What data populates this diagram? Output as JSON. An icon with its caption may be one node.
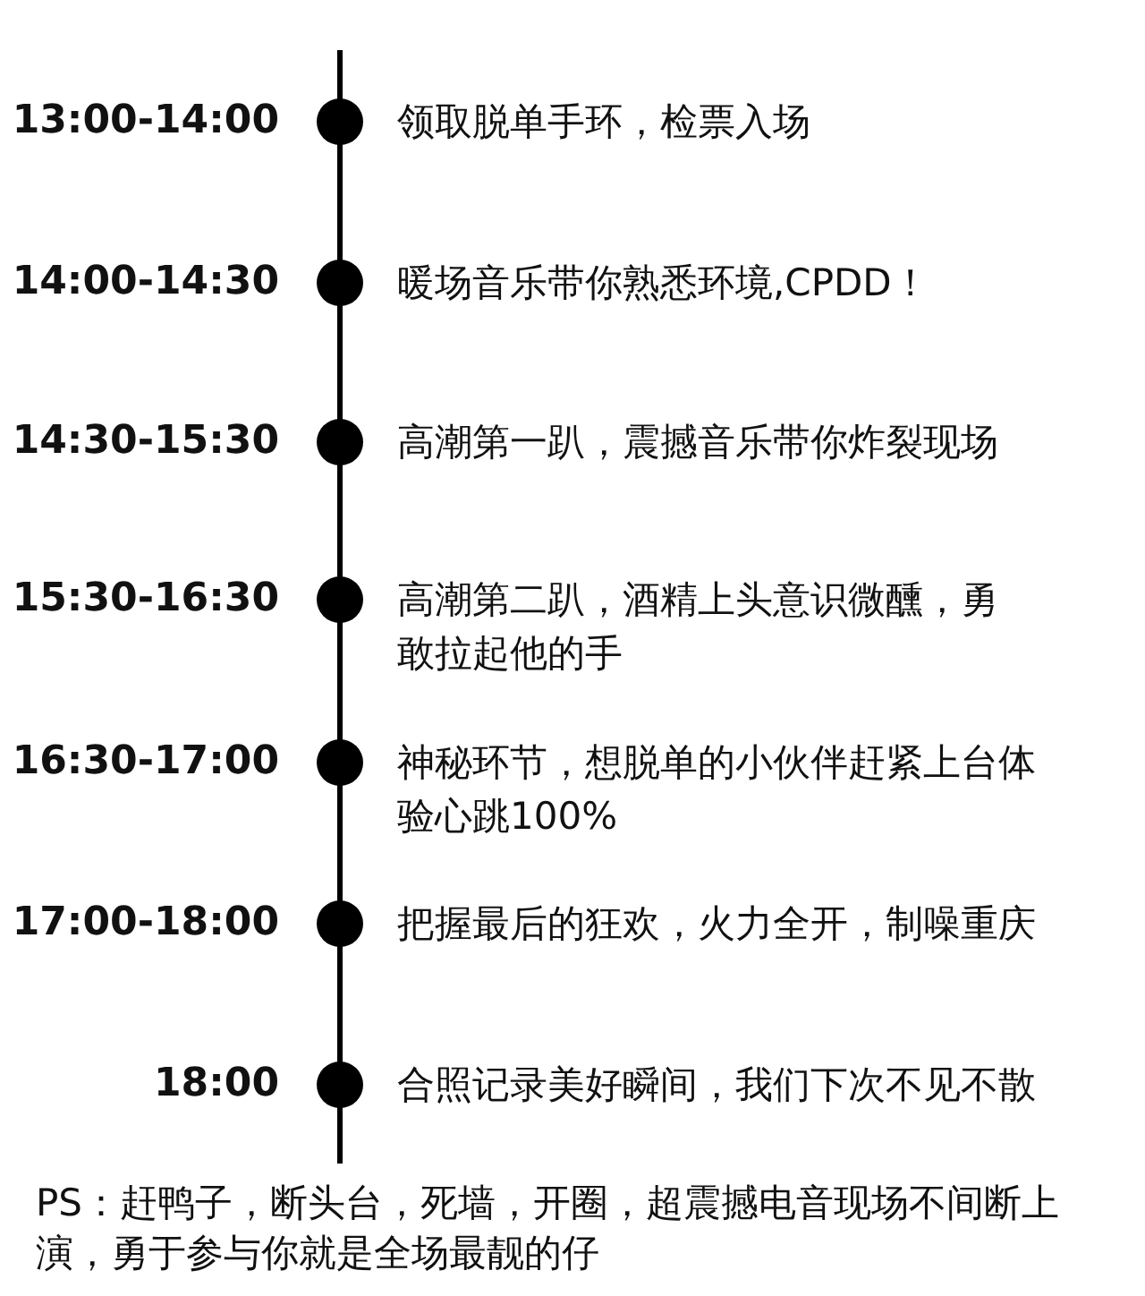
{
  "diagram": {
    "labels": [
      "13:00-14:00",
      "领取脱单手环，检票入场",
      "14:00-14:30",
      "暖场音乐带你熟悉环境,CPDD！",
      "14:30-15:30",
      "高潮第一趴，震撼音乐带你炸裂现场",
      "15:30-16:30",
      "高潮第二趴，酒精上头意识微醺，勇敢拉起他的手",
      "16:30-17:00",
      "神秘环节，想脱单的小伙伴赶紧上台体验心跳100%",
      "17:00-18:00",
      "把握最后的狂欢，火力全开，制噪重庆",
      "18:00",
      "合照记录美好瞬间，我们下次不见不散",
      "PS：赶鸭子，断头台，死墙，开圈，超震撼电音现场不间断上演，勇于参与你就是全场最靓的仔"
    ]
  }
}
